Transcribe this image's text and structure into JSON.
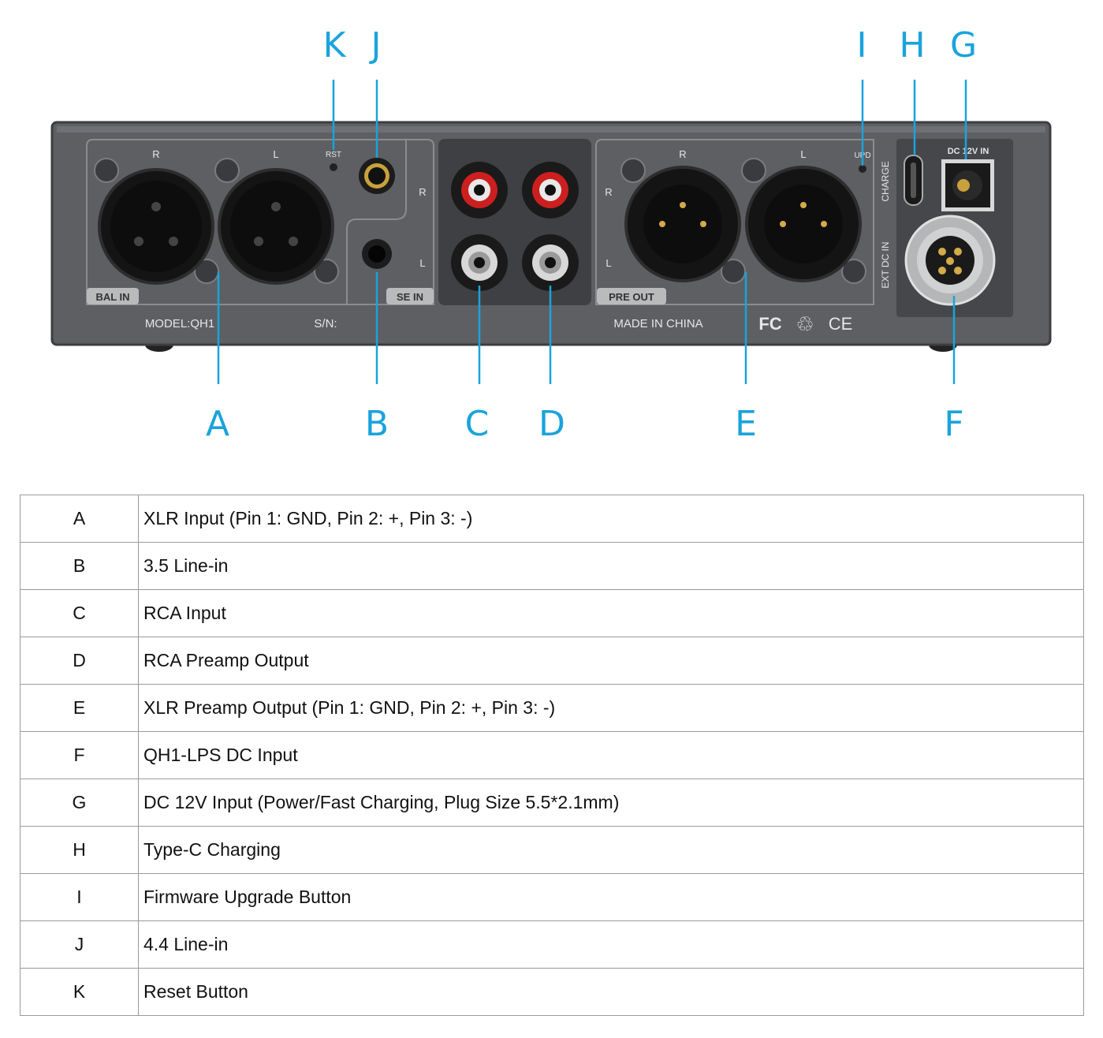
{
  "callouts": {
    "A": "A",
    "B": "B",
    "C": "C",
    "D": "D",
    "E": "E",
    "F": "F",
    "G": "G",
    "H": "H",
    "I": "I",
    "J": "J",
    "K": "K"
  },
  "panel": {
    "bal_r": "R",
    "bal_l": "L",
    "rst": "RST",
    "bal_in": "BAL IN",
    "se_in": "SE IN",
    "rca_r_left": "R",
    "rca_l_left": "L",
    "rca_r_right": "R",
    "rca_l_right": "L",
    "pre_r": "R",
    "pre_l": "L",
    "upd": "UPD",
    "pre_out": "PRE OUT",
    "charge": "CHARGE",
    "dc12v": "DC 12V IN",
    "ext_dc": "EXT DC IN",
    "model": "MODEL:QH1",
    "sn": "S/N:",
    "made": "MADE IN CHINA",
    "fc": "FC",
    "recycle": "♲",
    "ce": "CE"
  },
  "colors": {
    "callout": "#1aa3dc",
    "chassis": "#5d5f63",
    "panel_label_bg": "#b9babc",
    "rca_red": "#cc1f1f"
  },
  "legend": [
    {
      "key": "A",
      "desc": "XLR Input (Pin 1: GND, Pin 2: +, Pin 3: -)"
    },
    {
      "key": "B",
      "desc": "3.5 Line-in"
    },
    {
      "key": "C",
      "desc": "RCA Input"
    },
    {
      "key": "D",
      "desc": "RCA Preamp Output"
    },
    {
      "key": "E",
      "desc": "XLR Preamp Output  (Pin 1: GND, Pin 2: +, Pin 3: -)"
    },
    {
      "key": "F",
      "desc": "QH1-LPS DC Input"
    },
    {
      "key": "G",
      "desc": "DC 12V Input  (Power/Fast Charging, Plug Size 5.5*2.1mm)"
    },
    {
      "key": "H",
      "desc": "Type-C Charging"
    },
    {
      "key": "I",
      "desc": "Firmware Upgrade Button"
    },
    {
      "key": "J",
      "desc": "4.4 Line-in"
    },
    {
      "key": "K",
      "desc": "Reset Button"
    }
  ]
}
